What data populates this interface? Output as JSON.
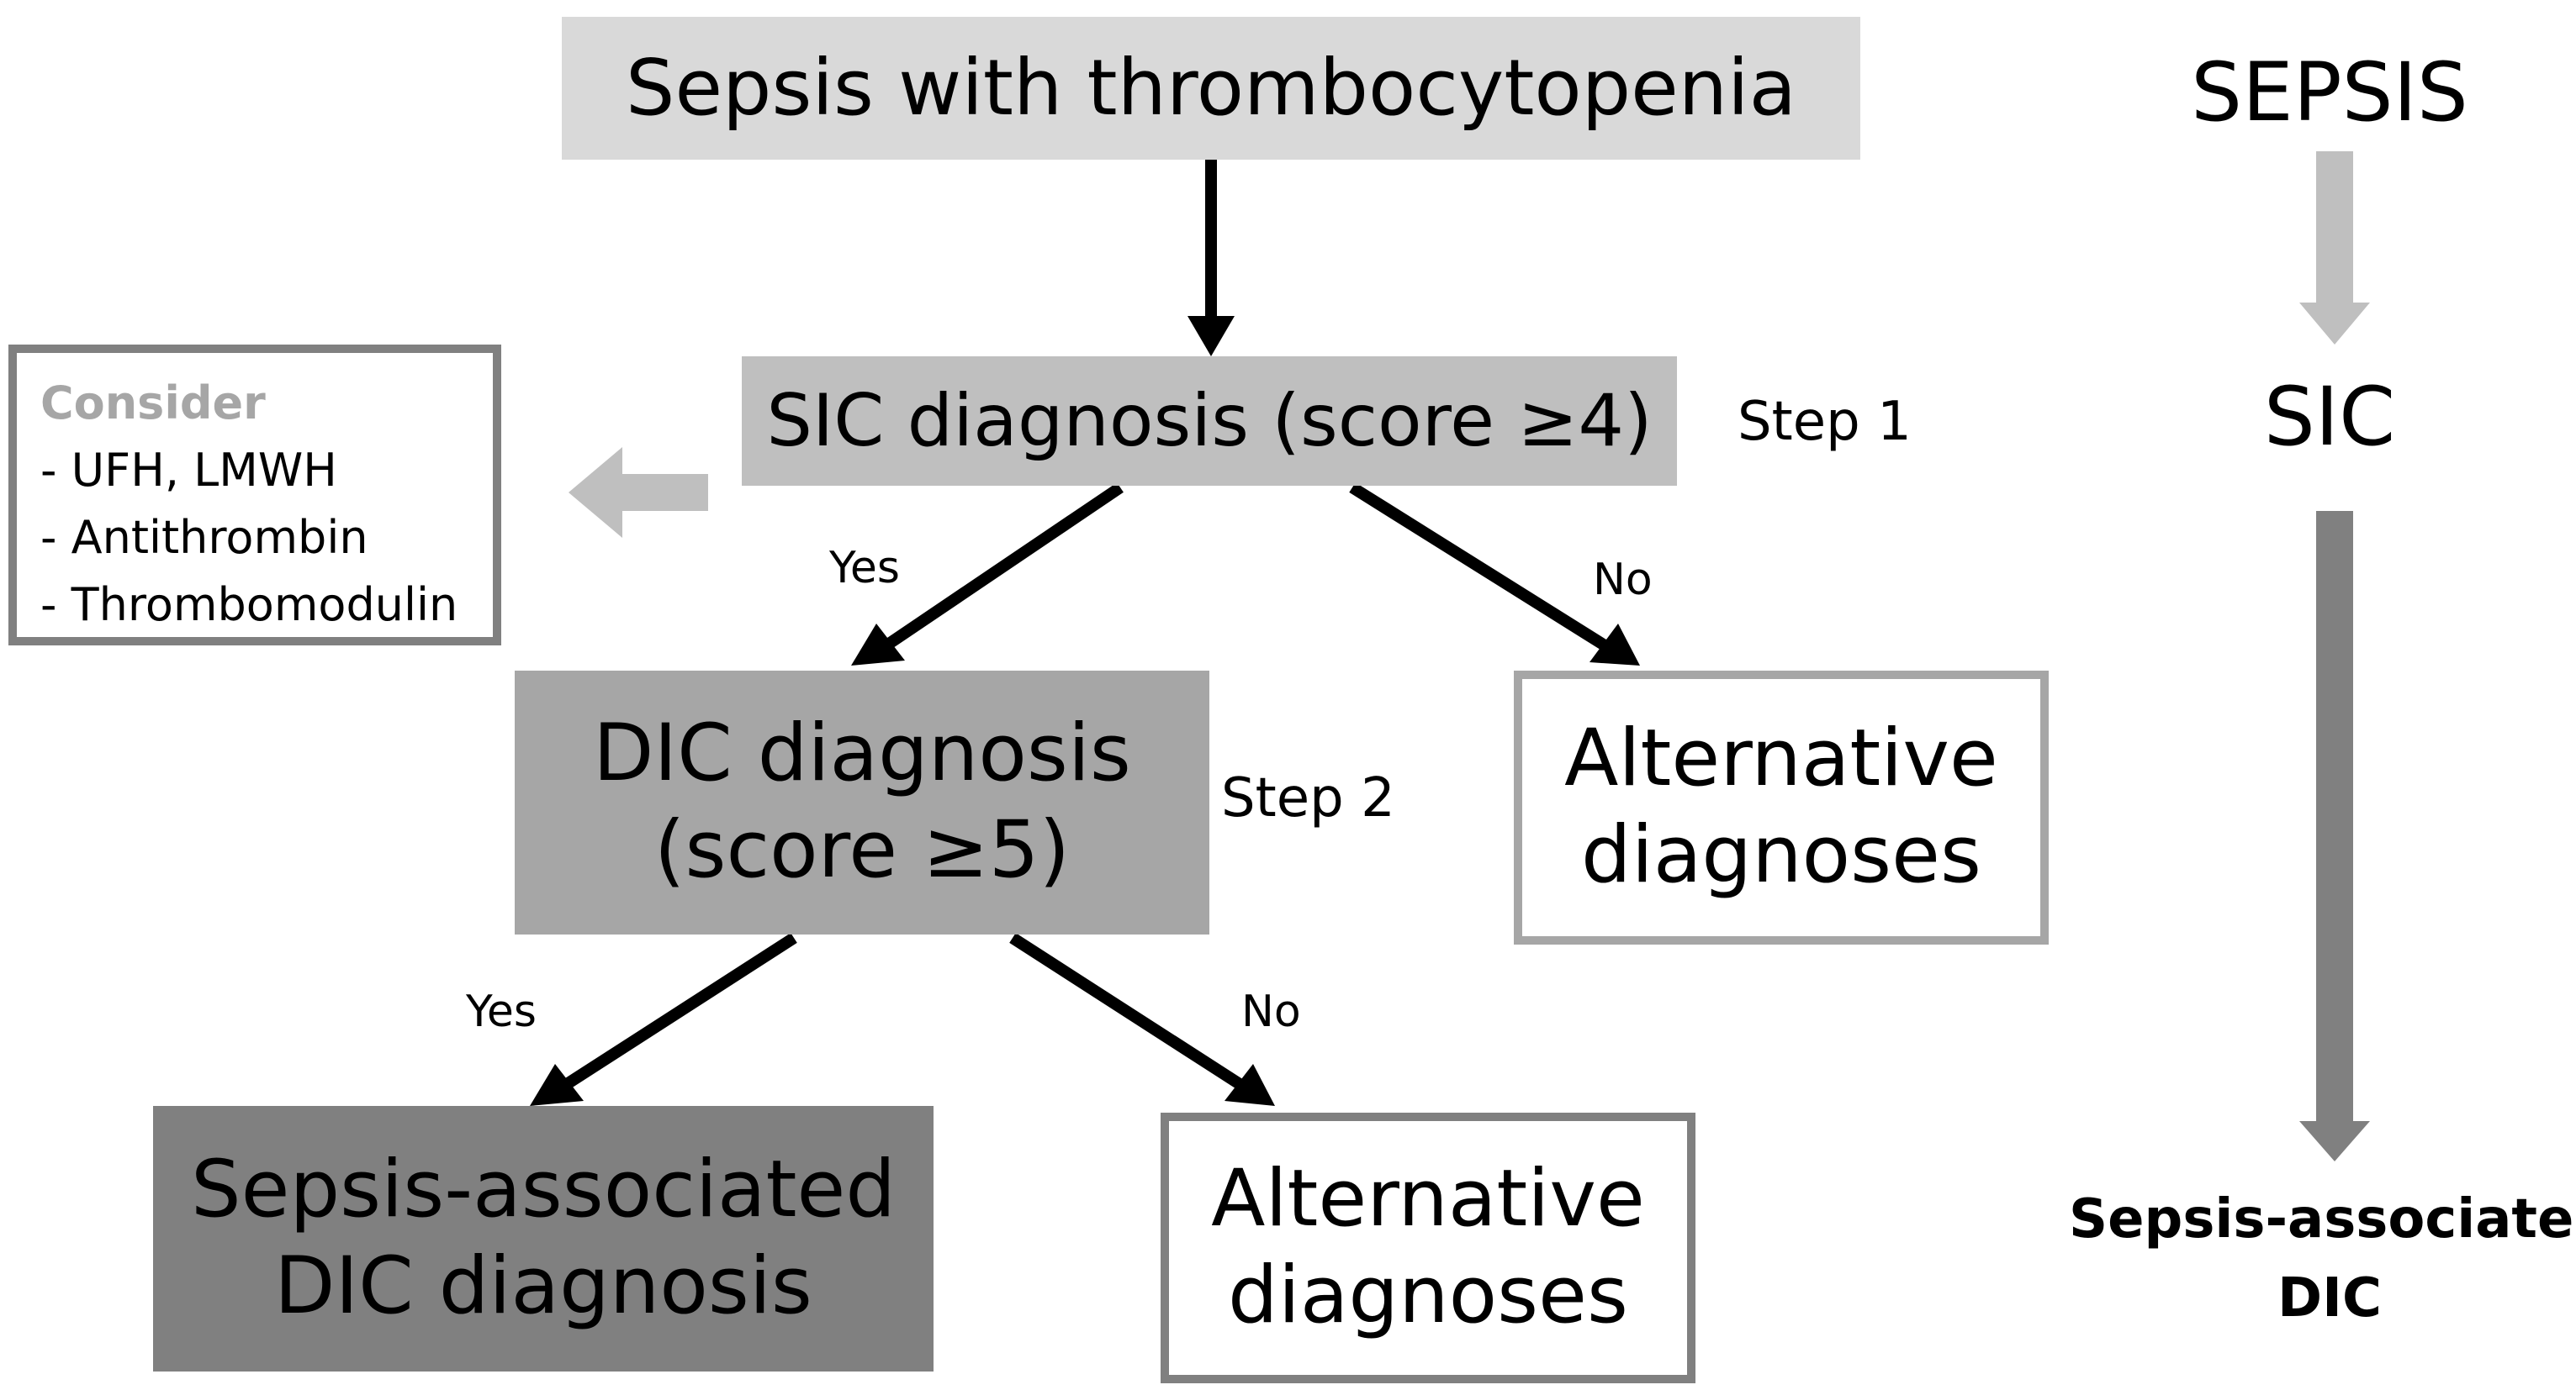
{
  "boxes": {
    "top": [
      "Sepsis with thrombocytopenia"
    ],
    "sic": [
      "SIC diagnosis (score ≥4)"
    ],
    "dic": [
      "DIC diagnosis",
      "(score ≥5)"
    ],
    "alt1": [
      "Alternative",
      "diagnoses"
    ],
    "sadic": [
      "Sepsis-associated",
      "DIC diagnosis"
    ],
    "alt2": [
      "Alternative",
      "diagnoses"
    ]
  },
  "consider": {
    "title": "Consider",
    "items": [
      "- UFH, LMWH",
      "- Antithrombin",
      "- Thrombomodulin"
    ]
  },
  "labels": {
    "step1": "Step 1",
    "step2": "Step 2",
    "yes1": "Yes",
    "no1": "No",
    "yes2": "Yes",
    "no2": "No"
  },
  "right_column": {
    "sepsis": "SEPSIS",
    "sic": "SIC",
    "sadic": [
      "Sepsis-associated",
      "DIC"
    ]
  },
  "colors": {
    "box_top": "#d9d9d9",
    "box_sic": "#bfbfbf",
    "box_dic": "#a6a6a6",
    "box_sadic": "#808080",
    "border_alt1": "#a6a6a6",
    "border_alt2": "#808080",
    "arrow_main": "#000000",
    "arrow_light": "#bfbfbf",
    "arrow_dark": "#808080"
  }
}
